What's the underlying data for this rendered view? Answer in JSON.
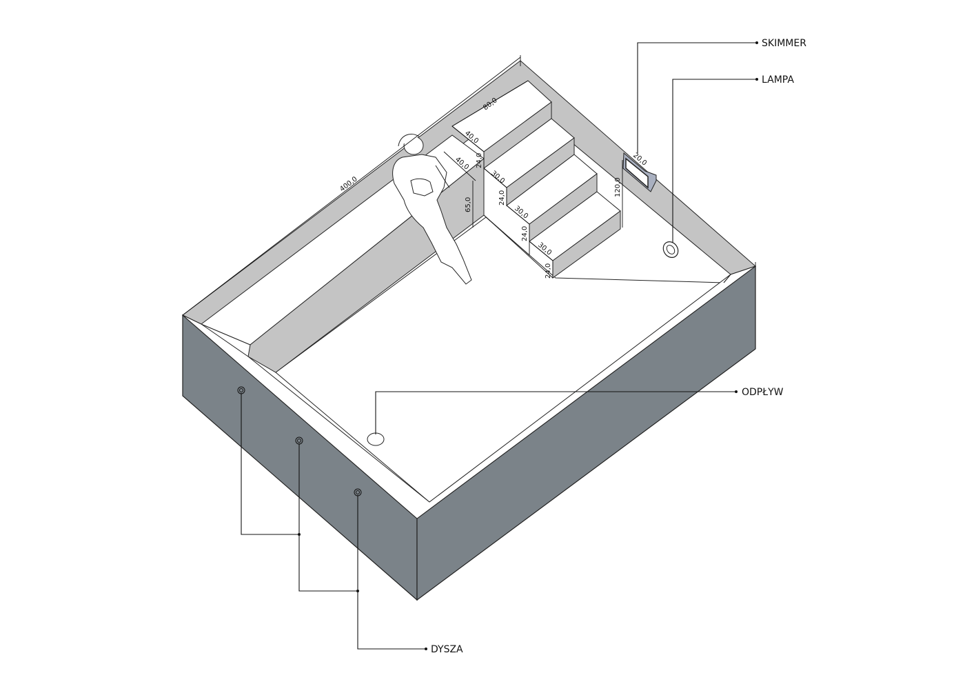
{
  "labels": {
    "skimmer": "SKIMMER",
    "lampa": "LAMPA",
    "odplyw": "ODPŁYW",
    "dysza": "DYSZA"
  },
  "dimensions": {
    "length": "400,0",
    "step_width": "80,0",
    "landing_depth": "40,0",
    "landing_depth_2": "40,0",
    "riser_1": "24,0",
    "tread_1": "30,0",
    "riser_2": "24,0",
    "tread_2": "30,0",
    "riser_3": "24,0",
    "tread_3": "30,0",
    "riser_4": "24,0",
    "bench_height": "65,0",
    "wall_height": "120,0",
    "skimmer_width": "20,0"
  },
  "colors": {
    "wall_exterior": "#7b8389",
    "wall_interior": "#c4c4c4",
    "floor": "#ffffff",
    "rim": "#ffffff",
    "skimmer": "#a9b0c0"
  }
}
